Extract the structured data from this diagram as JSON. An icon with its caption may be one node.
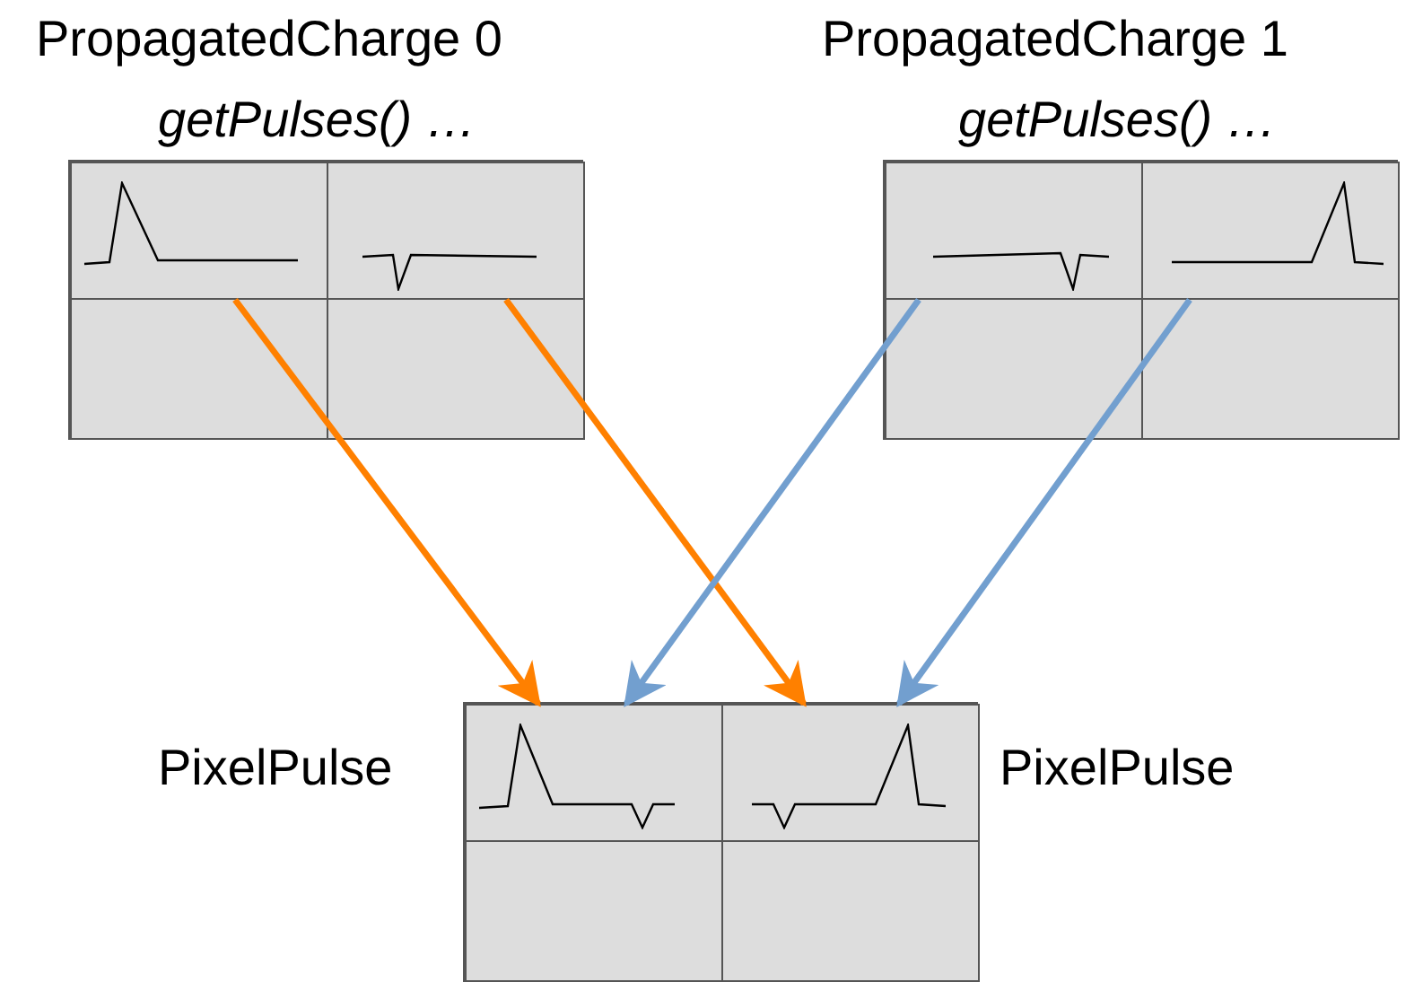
{
  "diagram": {
    "nodes": [
      {
        "text": [],
        "shape": "box"
      },
      {
        "text": [],
        "shape": "box",
        "in": 0
      },
      {
        "text": [],
        "shape": "box",
        "in": 0
      },
      {
        "text": [],
        "shape": "box"
      },
      {
        "text": [],
        "shape": "box",
        "in": 3
      },
      {
        "text": [],
        "shape": "box",
        "in": 3
      },
      {
        "text": [],
        "shape": "box"
      },
      {
        "text": [],
        "shape": "box",
        "in": 6
      },
      {
        "text": [],
        "shape": "box",
        "in": 6
      }
    ],
    "edges": [
      {
        "from": 1,
        "to": 7,
        "arrow": "to",
        "color": "#ff8000"
      },
      {
        "from": 2,
        "to": 8,
        "arrow": "to",
        "color": "#ff8000"
      },
      {
        "from": 4,
        "to": 7,
        "arrow": "to",
        "color": "#729fcf"
      },
      {
        "from": 5,
        "to": 8,
        "arrow": "to",
        "color": "#729fcf"
      }
    ],
    "labels": [
      "PropagatedCharge 0",
      "getPulses() …",
      "PropagatedCharge 1",
      "getPulses() …",
      "PixelPulse",
      "PixelPulse"
    ]
  }
}
